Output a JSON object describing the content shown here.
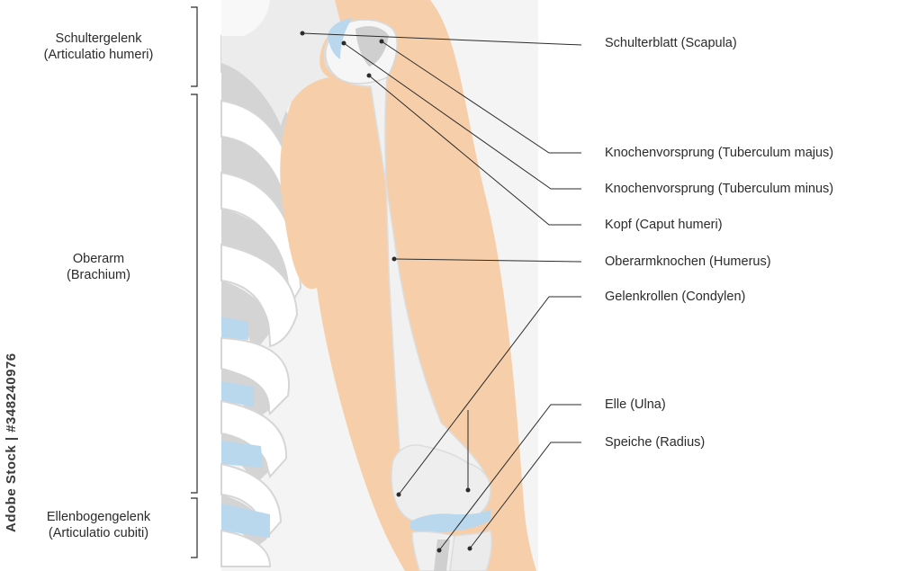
{
  "regions": [
    {
      "id": "schulter",
      "line1": "Schultergelenk",
      "line2": "(Articulatio humeri)"
    },
    {
      "id": "oberarm",
      "line1": "Oberarm",
      "line2": "(Brachium)"
    },
    {
      "id": "ellenbogen",
      "line1": "Ellenbogengelenk",
      "line2": "(Articulatio cubiti)"
    }
  ],
  "annotations": [
    {
      "id": "scapula",
      "label": "Schulterblatt (Scapula)"
    },
    {
      "id": "tuberculum-majus",
      "label": "Knochenvorsprung (Tuberculum majus)"
    },
    {
      "id": "tuberculum-minus",
      "label": "Knochenvorsprung (Tuberculum minus)"
    },
    {
      "id": "caput-humeri",
      "label": "Kopf (Caput humeri)"
    },
    {
      "id": "humerus",
      "label": "Oberarmknochen (Humerus)"
    },
    {
      "id": "condylen",
      "label": "Gelenkrollen (Condylen)"
    },
    {
      "id": "ulna",
      "label": "Elle (Ulna)"
    },
    {
      "id": "radius",
      "label": "Speiche (Radius)"
    }
  ],
  "watermark": "Adobe Stock | #348240976",
  "colors": {
    "skin": "#f6cfaa",
    "bone": "#ececec",
    "bone_light": "#f4f4f4",
    "bone_shadow": "#cfcfcf",
    "cartilage": "#b9d8ee",
    "line": "#2b2b2b"
  }
}
